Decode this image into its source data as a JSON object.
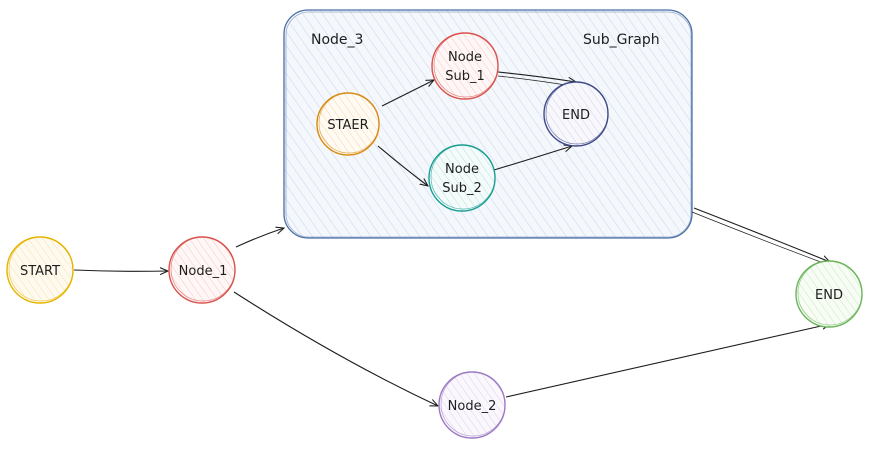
{
  "diagram": {
    "subgraph": {
      "label": "Sub_Graph",
      "node_label": "Node_3"
    },
    "nodes": {
      "start": {
        "label": "START",
        "color": "#e6b400",
        "fill": "#fff4c2"
      },
      "node_1": {
        "label": "Node_1",
        "color": "#d9534f",
        "fill": "#fde2e2"
      },
      "node_2": {
        "label": "Node_2",
        "color": "#9b7ac4",
        "fill": "#eee4f7"
      },
      "end": {
        "label": "END",
        "color": "#6bb45a",
        "fill": "#e6f5df"
      },
      "sub_start": {
        "label": "STAER",
        "color": "#d98b12",
        "fill": "#fde6c3"
      },
      "sub_1": {
        "label_line1": "Node",
        "label_line2": "Sub_1",
        "color": "#d9534f",
        "fill": "#fde2e2"
      },
      "sub_2": {
        "label_line1": "Node",
        "label_line2": "Sub_2",
        "color": "#1a9e94",
        "fill": "#d2efea"
      },
      "sub_end": {
        "label": "END",
        "color": "#3f4a8a",
        "fill": "#e2e0f3"
      }
    },
    "colors": {
      "subgraph_border": "#4a6fa5",
      "subgraph_fill": "#eef3f9",
      "edge": "#1e1e1e"
    }
  }
}
